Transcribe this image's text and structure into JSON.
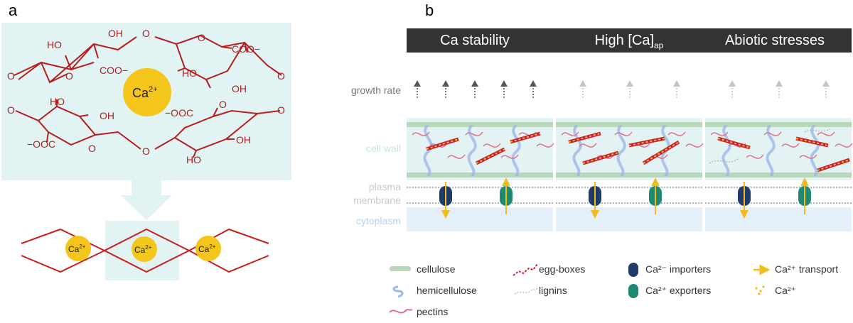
{
  "panel_a": {
    "label": "a",
    "ring_labels": {
      "top_left": [
        "OH",
        "HO",
        "O",
        "COO−",
        "O",
        "O"
      ],
      "top_right": [
        "O",
        "COO−",
        "HO",
        "OH",
        "O"
      ],
      "top_center": "O"
    },
    "groups": {
      "ho_tl": "HO",
      "oh_tl": "OH",
      "o_ring_tl": "O",
      "coo_tl": "COO−",
      "o_left": "O",
      "o_bridge_top": "O",
      "o_ring_tr": "O",
      "coo_tr": "COO−",
      "ho_tr": "HO",
      "oh_tr": "OH",
      "o_right": "O",
      "o_left2": "O",
      "oh_bl": "OH",
      "ooc_bl": "−OOC",
      "o_ring_bl": "O",
      "o_bridge_bottom": "O",
      "ooc_br": "−OOC",
      "o_ring_br": "O",
      "oh_br": "OH",
      "ho_br": "HO",
      "o_right2": "O",
      "ho_bl": "HO"
    },
    "ion_main": "Ca",
    "ion_sup": "2+",
    "chain_ions": [
      "Ca",
      "Ca",
      "Ca"
    ],
    "chain_sup": "2+"
  },
  "panel_b": {
    "label": "b",
    "headers": {
      "h1": "Ca stability",
      "h2": "High [Ca]",
      "h2_sub": "ap",
      "h3": "Abiotic stresses"
    },
    "row_labels": {
      "growth": "growth rate",
      "cell_wall": "cell wall",
      "plasma1": "plasma",
      "plasma2": "membrane",
      "cytoplasm": "cytoplasm"
    },
    "legend": {
      "cellulose": "cellulose",
      "hemicellulose": "hemicellulose",
      "pectins": "pectins",
      "egg_boxes": "egg-boxes",
      "lignins": "lignins",
      "importers": "Ca²⁻ importers",
      "exporters": "Ca²⁺ exporters",
      "transport": "Ca²⁺ transport",
      "ca": "Ca²⁺"
    },
    "colors": {
      "header_bg": "#333333",
      "wall_bg": "#e3f3f3",
      "cellulose": "#b9d7b9",
      "hemicellulose": "#9db8e8",
      "pectin": "#e0708a",
      "eggbox": "#c8203a",
      "importer": "#1f3b6b",
      "exporter": "#1e8a72",
      "transport": "#f2bd1a",
      "cyto_bg": "#e4eff9"
    }
  }
}
